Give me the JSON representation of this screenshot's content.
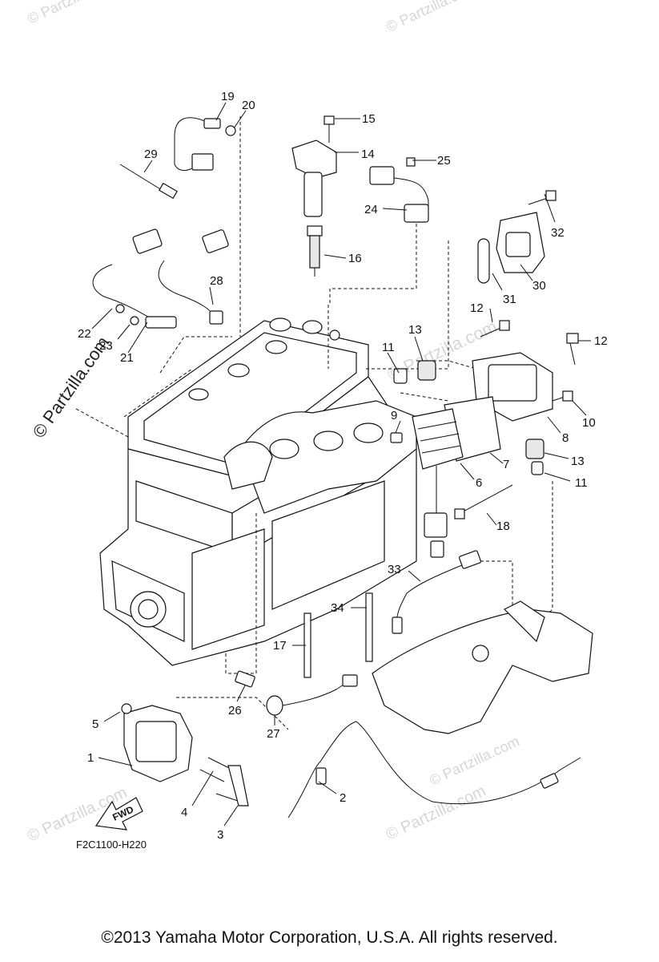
{
  "diagram": {
    "figure_code": "F2C1100-H220",
    "fwd_label": "FWD",
    "watermark": "© Partzilla.com",
    "copyright": "©2013  Yamaha Motor Corporation, U.S.A. All rights reserved.",
    "callouts": [
      {
        "id": "1",
        "text": "1"
      },
      {
        "id": "2",
        "text": "2"
      },
      {
        "id": "3",
        "text": "3"
      },
      {
        "id": "4",
        "text": "4"
      },
      {
        "id": "5",
        "text": "5"
      },
      {
        "id": "6",
        "text": "6"
      },
      {
        "id": "7",
        "text": "7"
      },
      {
        "id": "8",
        "text": "8"
      },
      {
        "id": "9",
        "text": "9"
      },
      {
        "id": "10",
        "text": "10"
      },
      {
        "id": "11a",
        "text": "11"
      },
      {
        "id": "11b",
        "text": "11"
      },
      {
        "id": "12a",
        "text": "12"
      },
      {
        "id": "12b",
        "text": "12"
      },
      {
        "id": "13a",
        "text": "13"
      },
      {
        "id": "13b",
        "text": "13"
      },
      {
        "id": "14",
        "text": "14"
      },
      {
        "id": "15",
        "text": "15"
      },
      {
        "id": "16",
        "text": "16"
      },
      {
        "id": "17",
        "text": "17"
      },
      {
        "id": "18",
        "text": "18"
      },
      {
        "id": "19",
        "text": "19"
      },
      {
        "id": "20",
        "text": "20"
      },
      {
        "id": "21",
        "text": "21"
      },
      {
        "id": "22",
        "text": "22"
      },
      {
        "id": "23",
        "text": "23"
      },
      {
        "id": "24",
        "text": "24"
      },
      {
        "id": "25",
        "text": "25"
      },
      {
        "id": "26",
        "text": "26"
      },
      {
        "id": "27",
        "text": "27"
      },
      {
        "id": "28",
        "text": "28"
      },
      {
        "id": "29",
        "text": "29"
      },
      {
        "id": "30",
        "text": "30"
      },
      {
        "id": "31",
        "text": "31"
      },
      {
        "id": "32",
        "text": "32"
      },
      {
        "id": "33",
        "text": "33"
      },
      {
        "id": "34",
        "text": "34"
      }
    ]
  }
}
